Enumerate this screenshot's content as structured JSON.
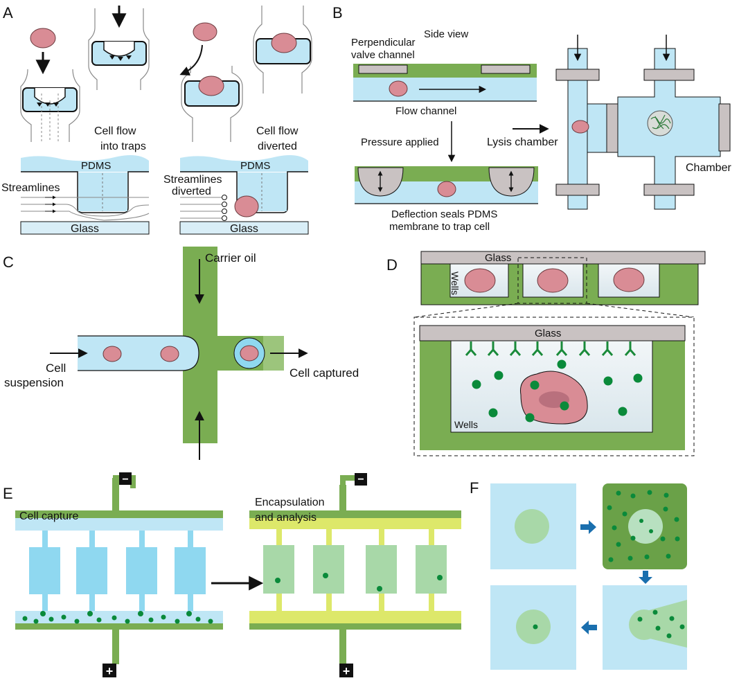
{
  "panels": {
    "a": {
      "letter": "A",
      "cell_flow_into_traps": [
        "Cell flow",
        "into traps"
      ],
      "cell_flow_diverted": [
        "Cell flow",
        "diverted"
      ],
      "pdms_left": "PDMS",
      "pdms_right": "PDMS",
      "streamlines": "Streamlines",
      "streamlines_diverted": [
        "Streamlines",
        "diverted"
      ],
      "glass_left": "Glass",
      "glass_right": "Glass"
    },
    "b": {
      "letter": "B",
      "side_view": "Side view",
      "perpendicular_valve_channel": [
        "Perpendicular",
        "valve channel"
      ],
      "flow_channel": "Flow channel",
      "pressure_applied": "Pressure applied",
      "deflection": [
        "Deflection seals PDMS",
        "membrane to trap cell"
      ],
      "lysis_chamber": "Lysis chamber",
      "chamber": "Chamber"
    },
    "c": {
      "letter": "C",
      "carrier_oil": "Carrier oil",
      "cell_suspension": [
        "Cell",
        "suspension"
      ],
      "cell_captured": "Cell captured"
    },
    "d": {
      "letter": "D",
      "glass_top": "Glass",
      "wells_top": "Wells",
      "glass_zoom": "Glass",
      "wells_zoom": "Wells"
    },
    "e": {
      "letter": "E",
      "cell_capture": "Cell capture",
      "encapsulation": [
        "Encapsulation",
        "and analysis"
      ],
      "minus_left": "−",
      "plus_left": "+",
      "minus_right": "−",
      "plus_right": "+"
    },
    "f": {
      "letter": "F"
    }
  },
  "colors": {
    "light_blue": "#bfe6f5",
    "channel_blue": "#8fd8f0",
    "green": "#7aad52",
    "dark_green": "#0a8a3a",
    "cell_pink": "#d98c95",
    "grey": "#c9c2c2",
    "yellow": "#dde86a",
    "pale_green": "#a8d8a8",
    "arrow_blue": "#1a6fae"
  }
}
